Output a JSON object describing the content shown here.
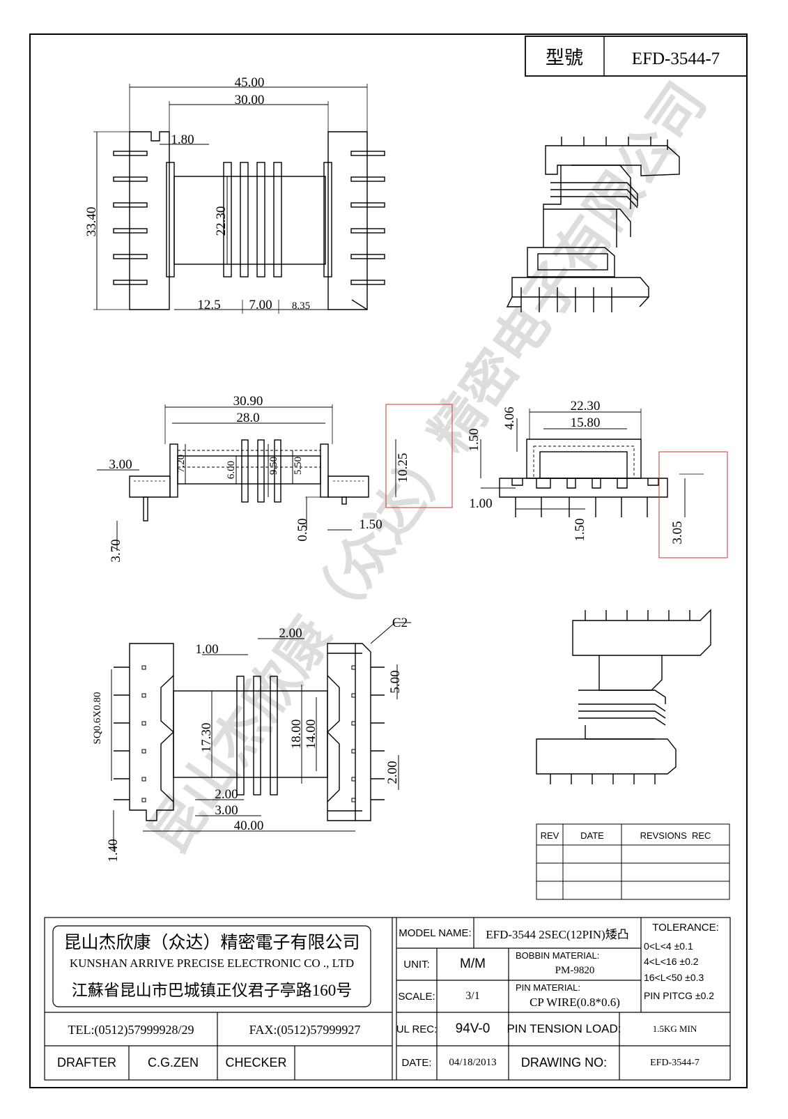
{
  "title_block": {
    "model_label": "型號",
    "model_value": "EFD-3544-7"
  },
  "top_view": {
    "dims": [
      "45.00",
      "30.00",
      "1.80",
      "33.40",
      "22.30",
      "12.5",
      "7.00",
      "8.35"
    ]
  },
  "side_view": {
    "dims": [
      "30.90",
      "28.0",
      "3.00",
      "7.20",
      "6.00",
      "9.50",
      "5.50",
      "10.25",
      "3.70",
      "0.50",
      "1.50"
    ]
  },
  "end_view": {
    "dims": [
      "22.30",
      "15.80",
      "4.06",
      "1.50",
      "1.00",
      "1.50",
      "3.05"
    ]
  },
  "bottom_view": {
    "dims": [
      "C2",
      "2.00",
      "1.00",
      "5.00",
      "SQ0.6X0.80",
      "17.30",
      "18.00",
      "14.00",
      "2.00",
      "2.00",
      "3.00",
      "40.00",
      "1.40"
    ]
  },
  "watermark": "昆山杰欣康（众达）精密电子有限公司",
  "revision_table": {
    "headers": [
      "REV",
      "DATE",
      "REVSIONS  REC"
    ],
    "rows": [
      [
        "",
        "",
        ""
      ],
      [
        "",
        "",
        ""
      ],
      [
        "",
        "",
        ""
      ]
    ]
  },
  "company": {
    "name_cn": "昆山杰欣康（众达）精密電子有限公司",
    "name_en": "KUNSHAN ARRIVE PRECISE ELECTRONIC CO ., LTD",
    "address": "江蘇省昆山市巴城镇正仪君子亭路160号",
    "tel": "TEL:(0512)57999928/29",
    "fax": "FAX:(0512)57999927",
    "drafter_label": "DRAFTER",
    "drafter_value": "C.G.ZEN",
    "checker_label": "CHECKER",
    "checker_value": ""
  },
  "spec": {
    "model_name_label": "MODEL NAME:",
    "model_name_value": "EFD-3544 2SEC(12PIN)矮凸",
    "unit_label": "UNIT:",
    "unit_value": "M/M",
    "bobbin_material_label": "BOBBIN MATERIAL:",
    "bobbin_material_value": "PM-9820",
    "scale_label": "SCALE:",
    "scale_value": "3/1",
    "pin_material_label": "PIN MATERIAL:",
    "pin_material_value": "CP WIRE(0.8*0.6)",
    "ul_rec_label": "UL REC:",
    "ul_rec_value": "94V-0",
    "pin_tension_label": "PIN TENSION LOAD:",
    "pin_tension_value": "1.5KG MIN",
    "date_label": "DATE:",
    "date_value": "04/18/2013",
    "drawing_no_label": "DRAWING NO:",
    "drawing_no_value": "EFD-3544-7"
  },
  "tolerance": {
    "title": "TOLERANCE:",
    "rows": [
      "0<L<4    ±0.1",
      "4<L<16   ±0.2",
      "16<L<50  ±0.3",
      "PIN PITCG ±0.2"
    ]
  }
}
